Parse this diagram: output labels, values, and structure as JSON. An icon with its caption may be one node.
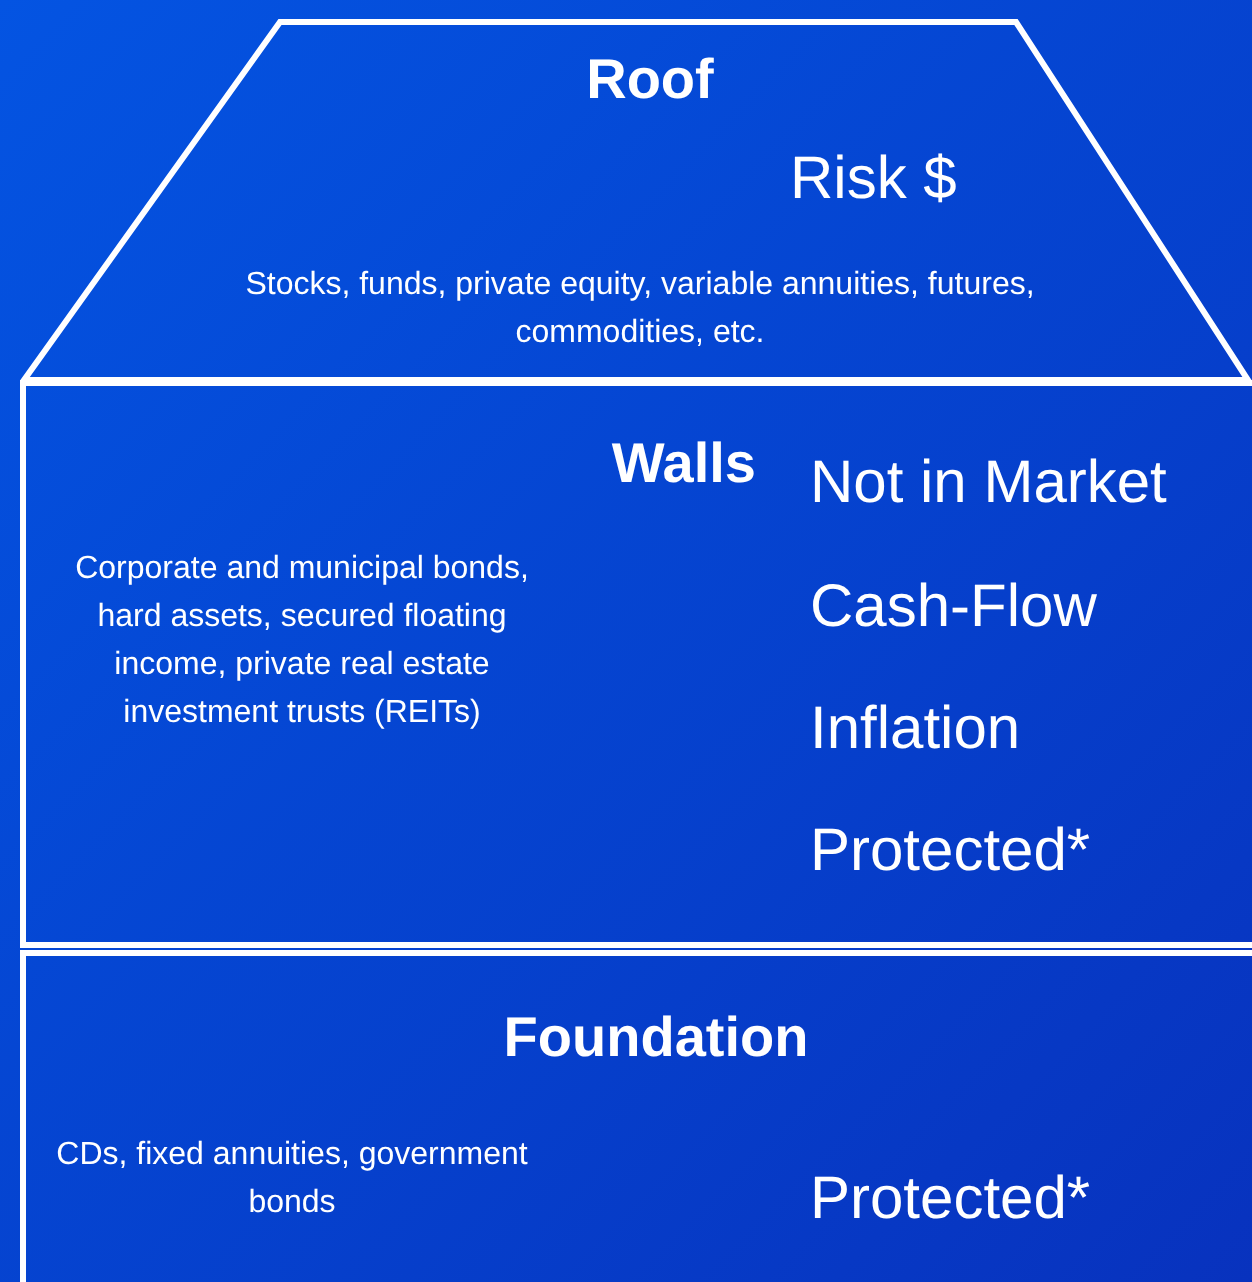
{
  "diagram": {
    "nodes": [
      {
        "text": [
          "Roof",
          "Risk $",
          "Stocks, funds, private equity, variable annuities, futures, commodities, etc."
        ]
      },
      {
        "text": [
          "Walls",
          "Corporate and municipal bonds, hard assets, secured floating income, private real estate investment trusts (REITs)",
          "Not in Market",
          "Cash-Flow",
          "Inflation",
          "Protected*"
        ]
      },
      {
        "text": [
          "Foundation",
          "CDs, fixed annuities, government bonds",
          "Protected*"
        ]
      }
    ]
  }
}
